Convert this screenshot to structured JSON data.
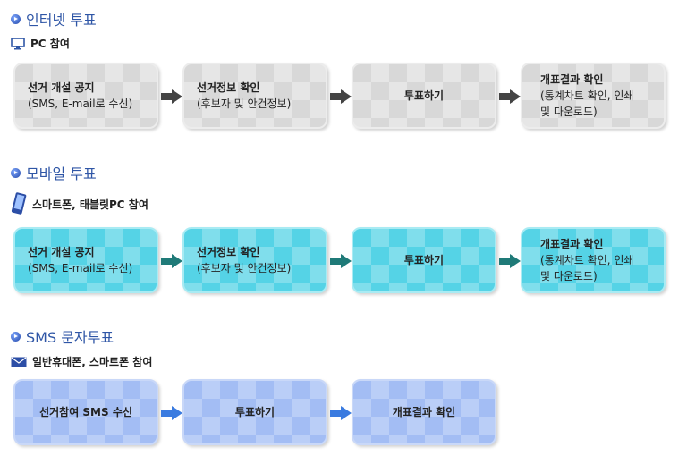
{
  "sections": [
    {
      "title": "인터넷 투표",
      "subtitle": "PC 참여",
      "icon": "monitor-icon",
      "cards": [
        {
          "title": "선거 개설 공지",
          "desc": "(SMS, E-mail로 수신)"
        },
        {
          "title": "선거정보 확인",
          "desc": "(후보자 및 안건정보)"
        },
        {
          "title": "투표하기",
          "desc": ""
        },
        {
          "title": "개표결과 확인",
          "desc": "(통계차트 확인, 인쇄",
          "desc2": "및 다운로드)"
        }
      ]
    },
    {
      "title": "모바일 투표",
      "subtitle": "스마트폰, 태블릿PC 참여",
      "icon": "smartphone-icon",
      "cards": [
        {
          "title": "선거 개설 공지",
          "desc": "(SMS, E-mail로 수신)"
        },
        {
          "title": "선거정보 확인",
          "desc": "(후보자 및 안건정보)"
        },
        {
          "title": "투표하기",
          "desc": ""
        },
        {
          "title": "개표결과 확인",
          "desc": "(통계차트 확인, 인쇄",
          "desc2": "및 다운로드)"
        }
      ]
    },
    {
      "title": "SMS 문자투표",
      "subtitle": "일반휴대폰, 스마트폰 참여",
      "icon": "envelope-icon",
      "cards": [
        {
          "title": "선거참여 SMS 수신"
        },
        {
          "title": "투표하기"
        },
        {
          "title": "개표결과 확인"
        }
      ]
    }
  ]
}
